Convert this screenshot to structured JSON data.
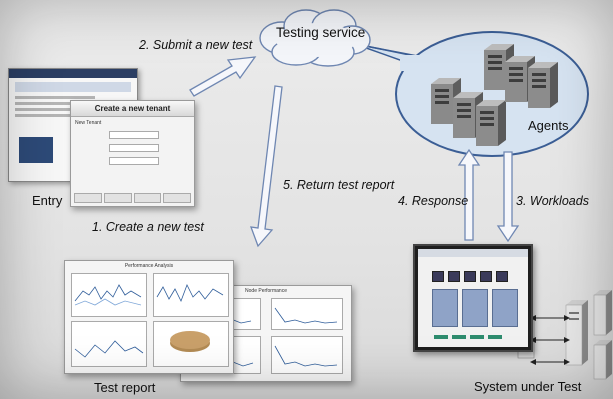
{
  "nodes": {
    "testing_service": "Testing service",
    "agents": "Agents",
    "entry": "Entry",
    "test_report": "Test report",
    "system_under_test": "System under Test"
  },
  "steps": {
    "s1": "1. Create a new test",
    "s2": "2. Submit a new test",
    "s3": "3. Workloads",
    "s4": "4. Response",
    "s5": "5. Return test report"
  },
  "tenant_window": {
    "title": "Create a new tenant",
    "subtitle": "New Tenant"
  },
  "report_window": {
    "title_left": "Performance Analysis",
    "title_right": "Node Performance"
  },
  "colors": {
    "cloud_fill": "#f4f6fa",
    "ellipse_fill": "#d6e3f1",
    "arrow_fill": "#f6f7fb",
    "arrow_stroke": "#6f87b2",
    "server_body": "#8a8a8a"
  }
}
